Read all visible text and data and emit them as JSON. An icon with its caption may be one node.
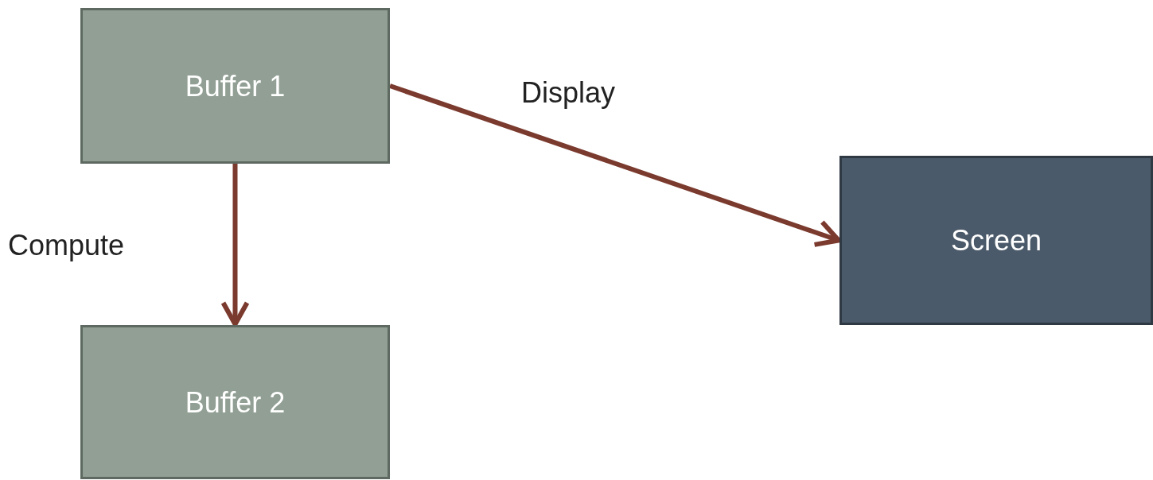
{
  "diagram": {
    "nodes": [
      {
        "text": [
          "Buffer 1"
        ]
      },
      {
        "text": [
          "Buffer 2"
        ]
      },
      {
        "text": [
          "Screen"
        ]
      }
    ],
    "edges": [
      {
        "from": 0,
        "to": 1,
        "arrow": "to",
        "label": "Compute"
      },
      {
        "from": 0,
        "to": 2,
        "arrow": "to",
        "label": "Display"
      }
    ]
  }
}
